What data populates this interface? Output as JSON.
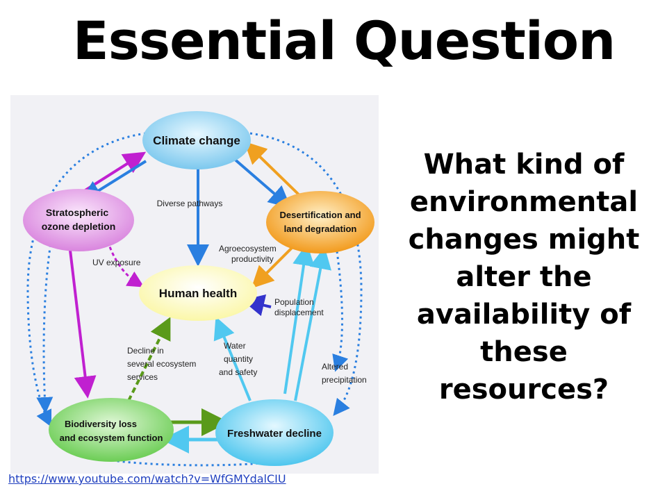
{
  "title": "Essential Question",
  "question_lines": [
    "What kind of",
    "environmental",
    "changes might",
    "alter the",
    "availability of",
    "these",
    "resources?"
  ],
  "link": "https://www.youtube.com/watch?v=WfGMYdalCIU",
  "diagram": {
    "nodes": {
      "climate": "Climate change",
      "ozone_1": "Stratospheric",
      "ozone_2": "ozone depletion",
      "desert_1": "Desertification and",
      "desert_2": "land degradation",
      "health": "Human health",
      "bio_1": "Biodiversity loss",
      "bio_2": "and ecosystem function",
      "fresh": "Freshwater decline"
    },
    "labels": {
      "diverse": "Diverse pathways",
      "uv": "UV exposure",
      "agro_1": "Agroecosystem",
      "agro_2": "productivity",
      "pop_1": "Population",
      "pop_2": "displacement",
      "decline_1": "Decline in",
      "decline_2": "several ecosystem",
      "decline_3": "services",
      "water_1": "Water",
      "water_2": "quantity",
      "water_3": "and safety",
      "altered_1": "Altered",
      "altered_2": "precipitation"
    },
    "colors": {
      "climate": "#9fd8f5",
      "ozone": "#e9a6ec",
      "desert": "#f7b24a",
      "health": "#ffffc8",
      "bio": "#8fdc7c",
      "fresh": "#7fd8f2",
      "arrow_blue": "#2a7fe0",
      "arrow_navy": "#3333cc",
      "arrow_magenta": "#c020d0",
      "arrow_orange": "#f0a020",
      "arrow_green": "#5a9a1a",
      "arrow_cyan": "#50c8f0"
    }
  }
}
